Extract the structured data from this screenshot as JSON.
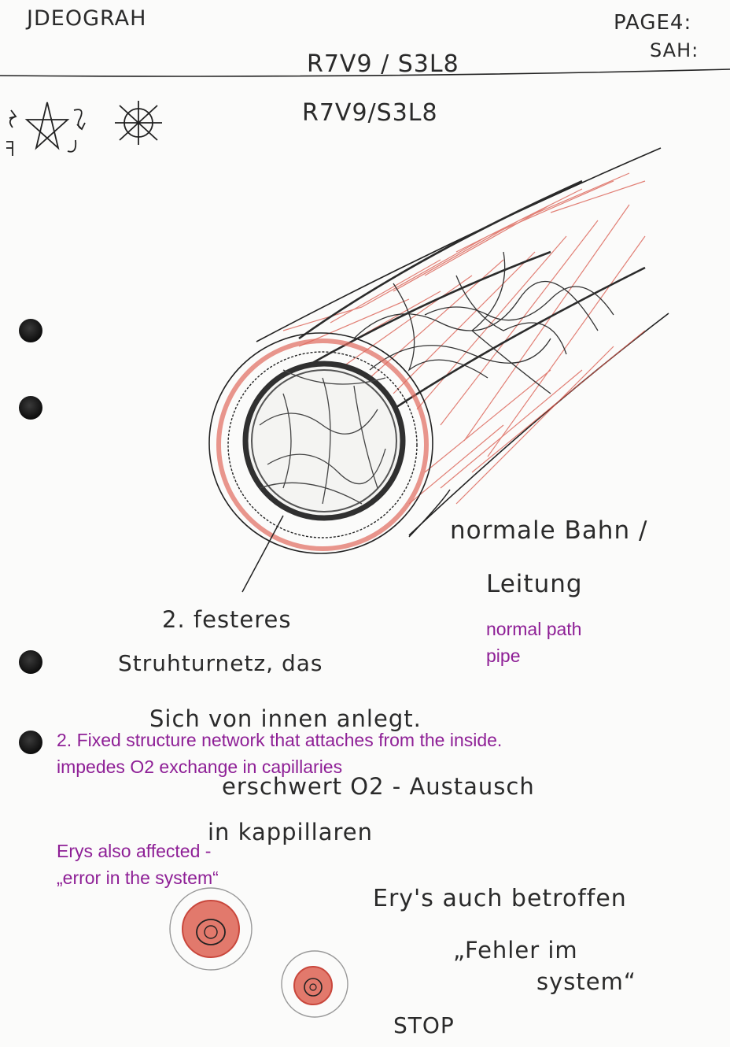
{
  "header": {
    "left_label": "JDEOGRAH",
    "page_label": "PAGE4:",
    "page_sub": "SAH:",
    "code_top": "R7V9 / S3L8",
    "code_second": "R7V9/S3L8"
  },
  "handwritten": {
    "label_normal_line1": "normale Bahn /",
    "label_normal_line2": "Leitung",
    "note_line1": "2. festeres",
    "note_line2": "Struhturnetz, das",
    "note_line3": "Sich von innen anlegt.",
    "note_line4": "erschwert O2 - Austausch",
    "note_line5": "in kappillaren",
    "erys_line1": "Ery's auch betroffen",
    "erys_line2": "„Fehler im",
    "erys_line3": "system“",
    "stop": "STOP"
  },
  "translations": {
    "normal_path": "normal path",
    "pipe": "pipe",
    "fixed_structure": "2. Fixed structure network that attaches from the inside.",
    "impedes": "impedes O2 exchange in capillaries",
    "erys_affected": "Erys also affected -",
    "error_system": "„error in the system“"
  },
  "colors": {
    "pencil": "#2a2a2a",
    "red_pencil": "#d9574a",
    "translation": "#8e1f96"
  },
  "icons": [
    "pentagram-icon",
    "arrow-loop-icon",
    "wheel-icon"
  ]
}
